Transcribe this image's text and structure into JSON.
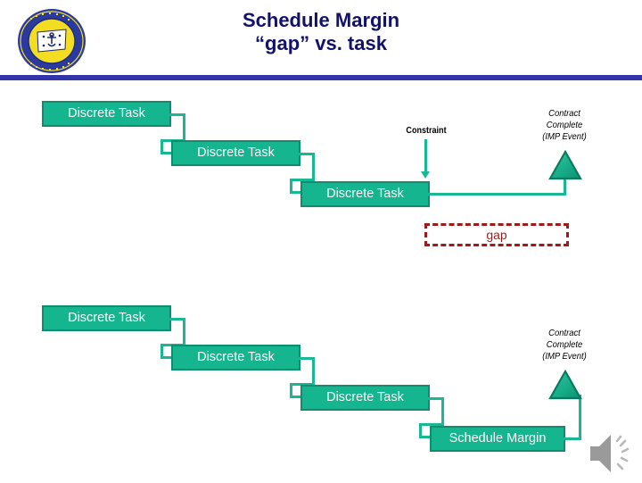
{
  "slide": {
    "title_line1": "Schedule Margin",
    "title_line2": "“gap” vs. task",
    "title_color": "#12126b",
    "rule_color": "#3333aa",
    "background": "#ffffff"
  },
  "logo": {
    "name": "naval-sea-systems-command-seal",
    "ring_color": "#2b3a9e",
    "field_color": "#f2dd22",
    "emblem": "white-flag-with-anchor-and-stars"
  },
  "theme": {
    "task_fill": "#15b68f",
    "task_border": "#0d8e6e",
    "task_text": "#ffffff",
    "connector": "#19b892",
    "milestone_fill": "#1fb894",
    "milestone_border": "#0a7a5e",
    "gap_border": "#9e1b1b",
    "gap_text": "#9e1b1b",
    "annotation_text": "#000000",
    "speaker_icon": "#9a9a9a"
  },
  "diagram_top": {
    "name": "gap-scenario",
    "tasks": [
      {
        "label": "Discrete Task"
      },
      {
        "label": "Discrete Task"
      },
      {
        "label": "Discrete Task"
      }
    ],
    "constraint_label": "Constraint",
    "milestone": {
      "line1": "Contract",
      "line2": "Complete",
      "line3": "(IMP Event)"
    },
    "gap_label": "gap"
  },
  "diagram_bottom": {
    "name": "schedule-margin-task-scenario",
    "tasks": [
      {
        "label": "Discrete Task"
      },
      {
        "label": "Discrete Task"
      },
      {
        "label": "Discrete Task"
      },
      {
        "label": "Schedule Margin"
      }
    ],
    "milestone": {
      "line1": "Contract",
      "line2": "Complete",
      "line3": "(IMP Event)"
    }
  },
  "media": {
    "speaker_icon_name": "speaker-audio-icon"
  }
}
